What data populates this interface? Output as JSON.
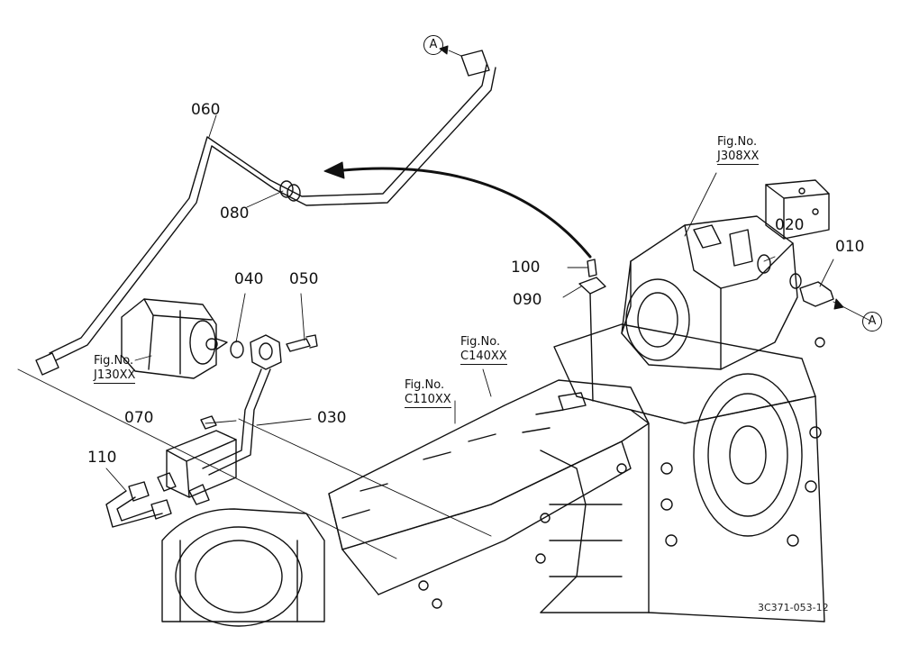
{
  "parts": {
    "p010": "010",
    "p020": "020",
    "p030": "030",
    "p040": "040",
    "p050": "050",
    "p060": "060",
    "p070": "070",
    "p080": "080",
    "p090": "090",
    "p100": "100",
    "p110": "110"
  },
  "connectors": {
    "a_top": "A",
    "a_right": "A"
  },
  "figures": {
    "j308": {
      "line1": "Fig.No.",
      "line2": "J308XX"
    },
    "j130": {
      "line1": "Fig.No.",
      "line2": "J130XX"
    },
    "c140": {
      "line1": "Fig.No.",
      "line2": "C140XX"
    },
    "c110": {
      "line1": "Fig.No.",
      "line2": "C110XX"
    }
  },
  "drawing_ref": "3C371-053-12"
}
